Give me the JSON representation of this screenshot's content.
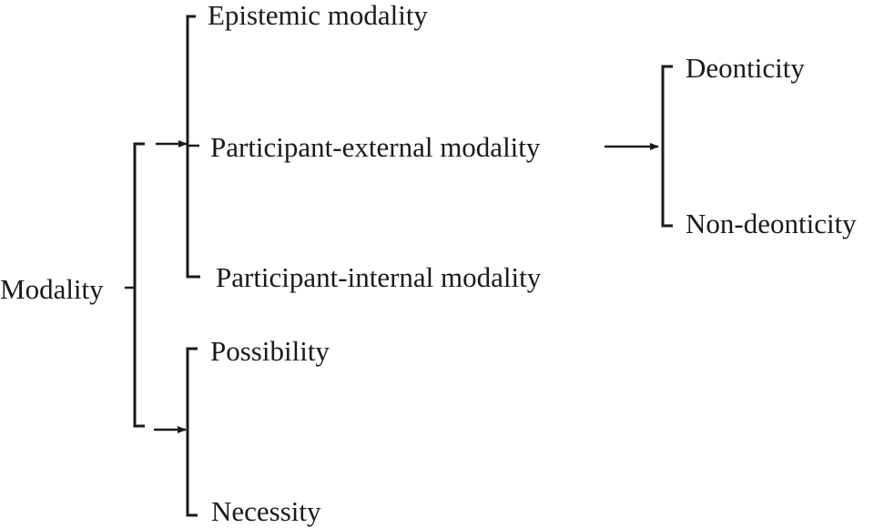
{
  "diagram": {
    "type": "classification-tree",
    "line_color": "#1a1a1a",
    "root": {
      "label": "Modality"
    },
    "branches": [
      {
        "id": "branch-1",
        "children": [
          {
            "label": "Epistemic modality"
          },
          {
            "label": "Participant-external modality",
            "children": [
              {
                "label": "Deonticity"
              },
              {
                "label": "Non-deonticity"
              }
            ]
          },
          {
            "label": "Participant-internal modality"
          }
        ]
      },
      {
        "id": "branch-2",
        "children": [
          {
            "label": "Possibility"
          },
          {
            "label": "Necessity"
          }
        ]
      }
    ]
  }
}
